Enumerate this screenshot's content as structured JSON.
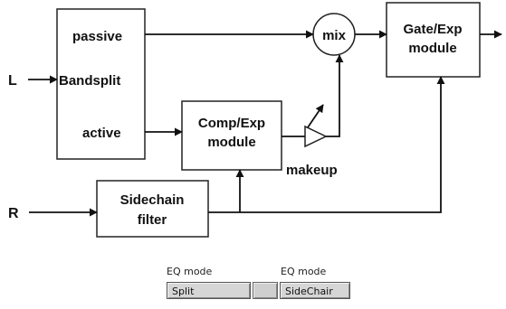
{
  "diagram": {
    "inputs": {
      "left": "L",
      "right": "R"
    },
    "bandsplit": {
      "passive": "passive",
      "title": "Bandsplit",
      "active": "active"
    },
    "comp_exp": {
      "line1": "Comp/Exp",
      "line2": "module"
    },
    "mix": "mix",
    "gate_exp": {
      "line1": "Gate/Exp",
      "line2": "module"
    },
    "makeup": "makeup",
    "sidechain": {
      "line1": "Sidechain",
      "line2": "filter"
    }
  },
  "controls": {
    "eq_left": {
      "label": "EQ mode",
      "value": "Split"
    },
    "eq_right": {
      "label": "EQ mode",
      "value": "SideChair"
    }
  }
}
